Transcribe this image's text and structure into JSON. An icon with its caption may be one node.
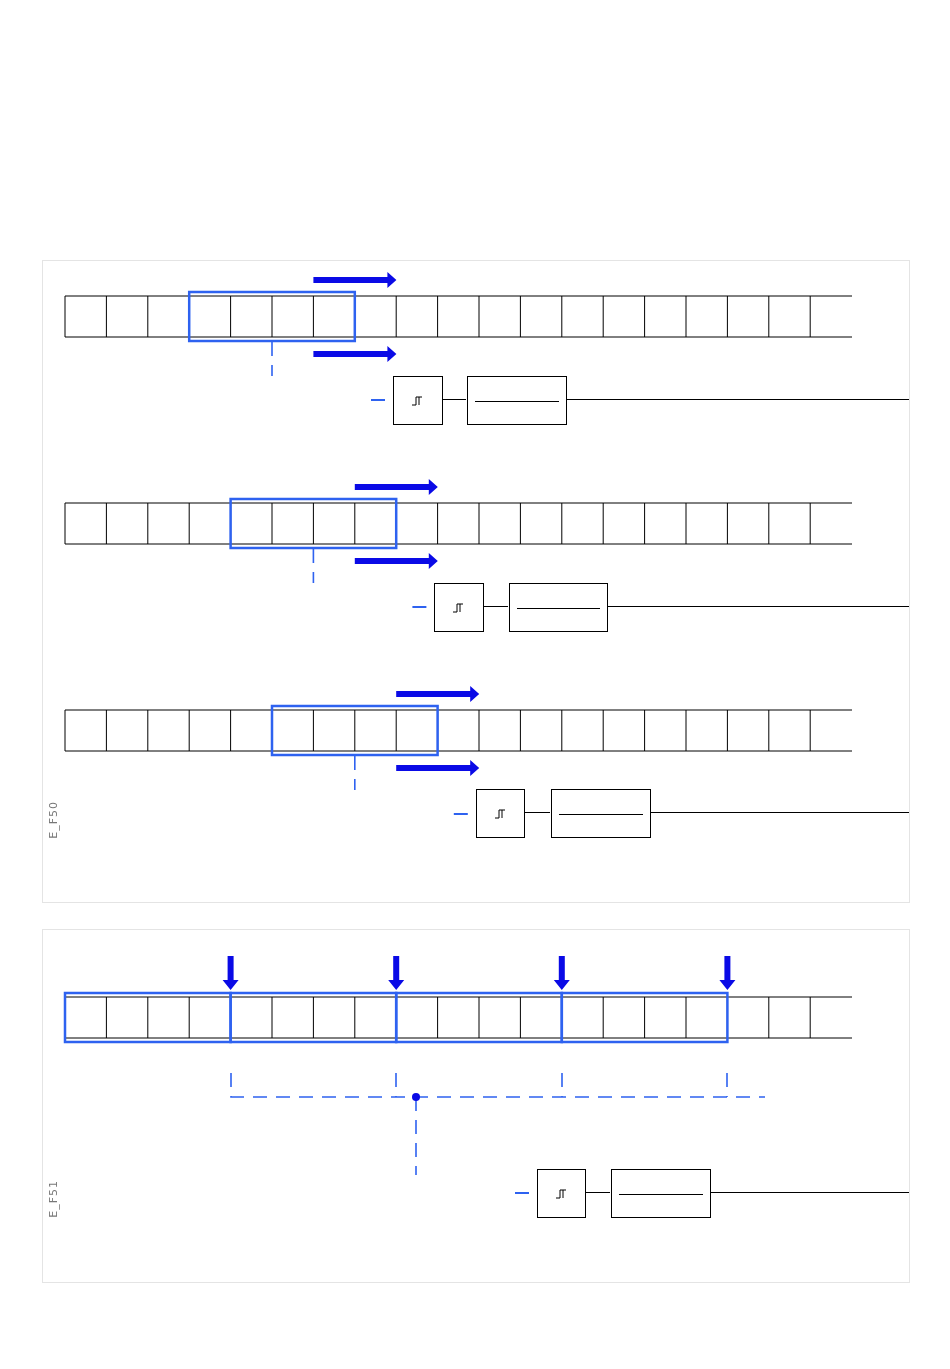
{
  "diagram": {
    "nodes": [
      {
        "text": [
          "E_F50"
        ]
      },
      {
        "text": [],
        "shape": "box",
        "in": 0
      },
      {
        "text": [],
        "shape": "box",
        "in": 0
      },
      {
        "text": [],
        "shape": "box",
        "in": 0
      },
      {
        "text": [],
        "shape": "box",
        "in": 0
      },
      {
        "text": [],
        "shape": "box",
        "in": 0
      },
      {
        "text": [],
        "shape": "box",
        "in": 0
      },
      {
        "text": [
          "E_F51"
        ]
      },
      {
        "text": [],
        "shape": "box",
        "in": 7
      },
      {
        "text": [],
        "shape": "box",
        "in": 7
      }
    ],
    "edges": [
      {
        "from": 1,
        "to": 2,
        "arrow": "none"
      },
      {
        "from": 2,
        "to": null,
        "arrow": "none"
      },
      {
        "from": 3,
        "to": 4,
        "arrow": "none"
      },
      {
        "from": 4,
        "to": null,
        "arrow": "none"
      },
      {
        "from": 5,
        "to": 6,
        "arrow": "none"
      },
      {
        "from": 6,
        "to": null,
        "arrow": "none"
      },
      {
        "from": 8,
        "to": 9,
        "arrow": "none"
      },
      {
        "from": 9,
        "to": null,
        "arrow": "none"
      }
    ]
  }
}
